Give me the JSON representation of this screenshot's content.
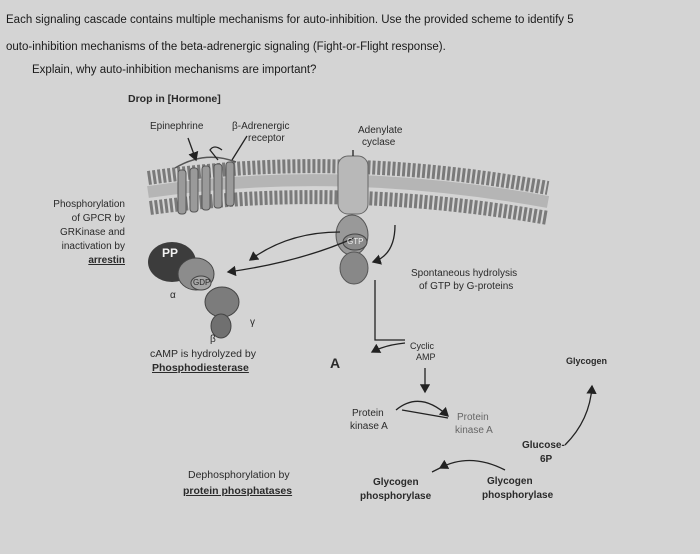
{
  "question": {
    "line1": "Each signaling cascade contains multiple mechanisms for auto-inhibition.  Use the provided scheme to identify 5",
    "line2": "outo-inhibition mechanisms of the beta-adrenergic signaling (Fight-or-Flight response).",
    "line3": "Explain, why auto-inhibition mechanisms are important?"
  },
  "diagram": {
    "heading": "Drop in [Hormone]",
    "epinephrine": "Epinephrine",
    "b_receptor_1": "β-Adrenergic",
    "b_receptor_2": "receptor",
    "adenylate_1": "Adenylate",
    "adenylate_2": "cyclase",
    "phos_1": "Phosphorylation",
    "phos_2": "of GPCR by",
    "phos_3": "GRKinase and",
    "phos_4": "inactivation by",
    "phos_5": "arrestin",
    "pp": "PP",
    "gtp": "GTP",
    "gdp": "GDP",
    "alpha": "α",
    "beta": "β",
    "gamma": "γ",
    "hydro_1": "Spontaneous hydrolysis",
    "hydro_2": "of GTP by G-proteins",
    "camp_1": "cAMP is hydrolyzed by",
    "camp_2": "Phosphodiesterase",
    "cyclic_1": "Cyclic",
    "cyclic_2": "AMP",
    "letter_a": "A",
    "glycogen_top": "Glycogen",
    "pka_left_1": "Protein",
    "pka_left_2": "kinase A",
    "pka_right_1": "Protein",
    "pka_right_2": "kinase A",
    "glucose_1": "Glucose-",
    "glucose_2": "6P",
    "dephos_1": "Dephosphorylation by",
    "dephos_2": "protein phosphatases",
    "gp_left_1": "Glycogen",
    "gp_left_2": "phosphorylase",
    "gp_right_1": "Glycogen",
    "gp_right_2": "phosphorylase"
  },
  "colors": {
    "paper": "#d4d4d4",
    "ink": "#1e1e1e",
    "membrane": "#8a8a8a",
    "protein_dark": "#3c3c3c"
  }
}
